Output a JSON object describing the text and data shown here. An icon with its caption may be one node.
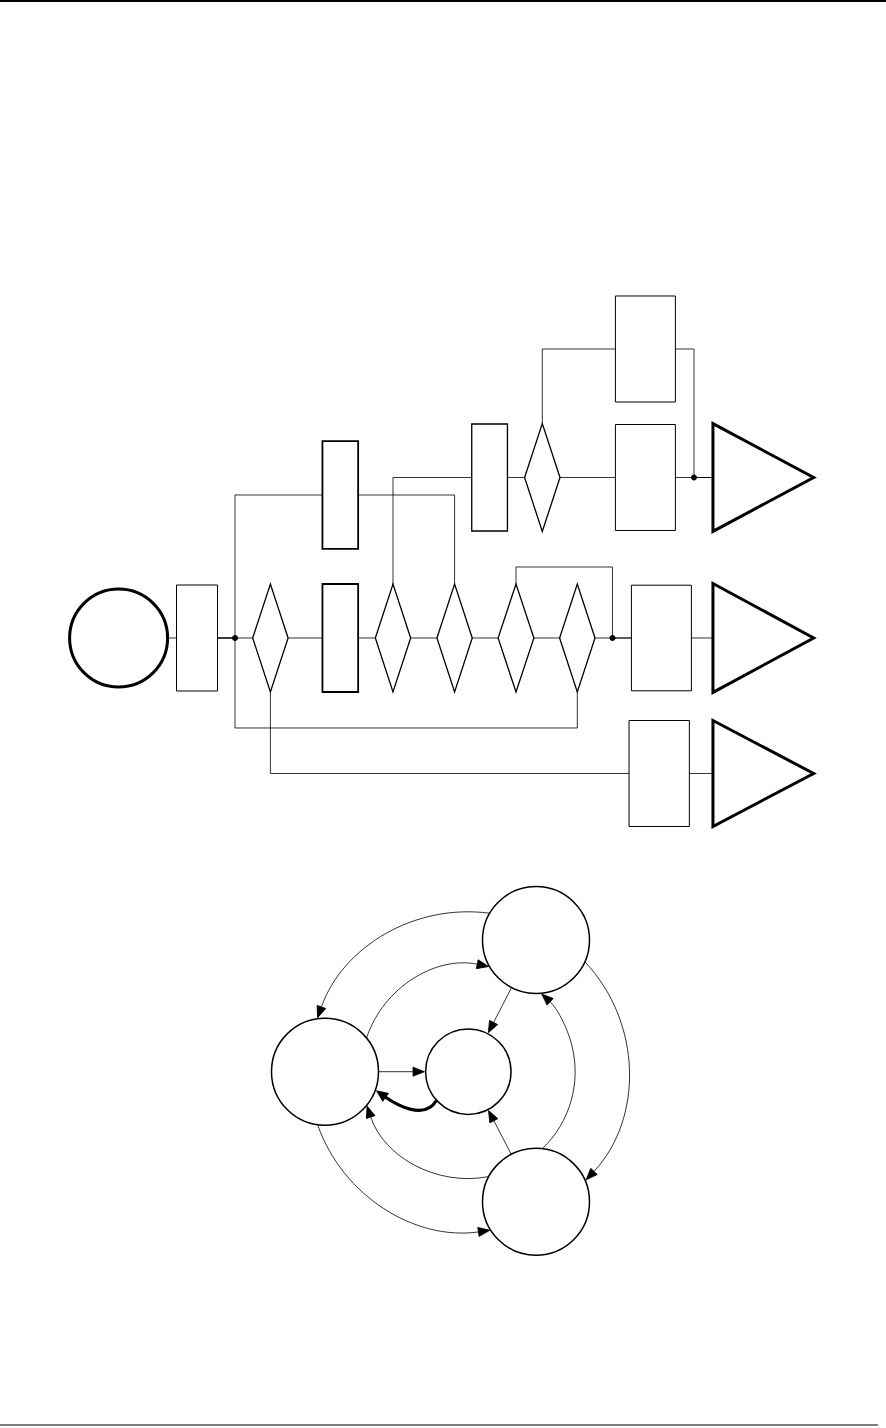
{
  "diagram": {
    "nodes": [
      {
        "text": [],
        "shape": "circle"
      },
      {
        "text": [],
        "shape": "box"
      },
      {
        "text": [],
        "shape": "diamond"
      },
      {
        "text": [],
        "shape": "box"
      },
      {
        "text": [],
        "shape": "box"
      },
      {
        "text": [],
        "shape": "diamond"
      },
      {
        "text": [],
        "shape": "diamond"
      },
      {
        "text": [],
        "shape": "box"
      },
      {
        "text": [],
        "shape": "diamond"
      },
      {
        "text": [],
        "shape": "box"
      },
      {
        "text": [],
        "shape": "box"
      },
      {
        "text": [],
        "shape": "diamond"
      },
      {
        "text": [],
        "shape": "diamond"
      },
      {
        "text": [],
        "shape": "box"
      },
      {
        "text": [],
        "shape": "box"
      },
      {
        "text": [],
        "shape": "triangle"
      },
      {
        "text": [],
        "shape": "triangle"
      },
      {
        "text": [],
        "shape": "triangle"
      },
      {
        "text": [],
        "shape": "circle"
      },
      {
        "text": [],
        "shape": "circle"
      },
      {
        "text": [],
        "shape": "circle"
      },
      {
        "text": [],
        "shape": "circle"
      }
    ],
    "edges": [
      {
        "from": 0,
        "to": 1,
        "arrow": "none"
      },
      {
        "from": 1,
        "to": 2,
        "arrow": "none"
      },
      {
        "from": 1,
        "to": 3,
        "arrow": "none"
      },
      {
        "from": 1,
        "to": 12,
        "arrow": "none"
      },
      {
        "from": 2,
        "to": 4,
        "arrow": "none"
      },
      {
        "from": 2,
        "to": 14,
        "arrow": "none"
      },
      {
        "from": 4,
        "to": 5,
        "arrow": "none"
      },
      {
        "from": 3,
        "to": 6,
        "arrow": "none"
      },
      {
        "from": 5,
        "to": 6,
        "arrow": "none"
      },
      {
        "from": 5,
        "to": 7,
        "arrow": "none"
      },
      {
        "from": 6,
        "to": 11,
        "arrow": "none"
      },
      {
        "from": 11,
        "to": 12,
        "arrow": "none"
      },
      {
        "from": 11,
        "to": 13,
        "arrow": "none"
      },
      {
        "from": 12,
        "to": 13,
        "arrow": "none"
      },
      {
        "from": 13,
        "to": 16,
        "arrow": "none"
      },
      {
        "from": 7,
        "to": 8,
        "arrow": "none"
      },
      {
        "from": 8,
        "to": 9,
        "arrow": "none"
      },
      {
        "from": 8,
        "to": 10,
        "arrow": "none"
      },
      {
        "from": 10,
        "to": 15,
        "arrow": "none"
      },
      {
        "from": 9,
        "to": 15,
        "arrow": "none"
      },
      {
        "from": 14,
        "to": 17,
        "arrow": "none"
      },
      {
        "from": 18,
        "to": 19,
        "arrow": "to"
      },
      {
        "from": 19,
        "to": 18,
        "arrow": "to"
      },
      {
        "from": 18,
        "to": 20,
        "arrow": "to"
      },
      {
        "from": 19,
        "to": 20,
        "arrow": "to"
      },
      {
        "from": 20,
        "to": 19,
        "arrow": "to",
        "style": "thick"
      },
      {
        "from": 21,
        "to": 20,
        "arrow": "to"
      },
      {
        "from": 21,
        "to": 19,
        "arrow": "to"
      },
      {
        "from": 21,
        "to": 18,
        "arrow": "to"
      },
      {
        "from": 18,
        "to": 21,
        "arrow": "to"
      },
      {
        "from": 19,
        "to": 21,
        "arrow": "to"
      }
    ]
  }
}
